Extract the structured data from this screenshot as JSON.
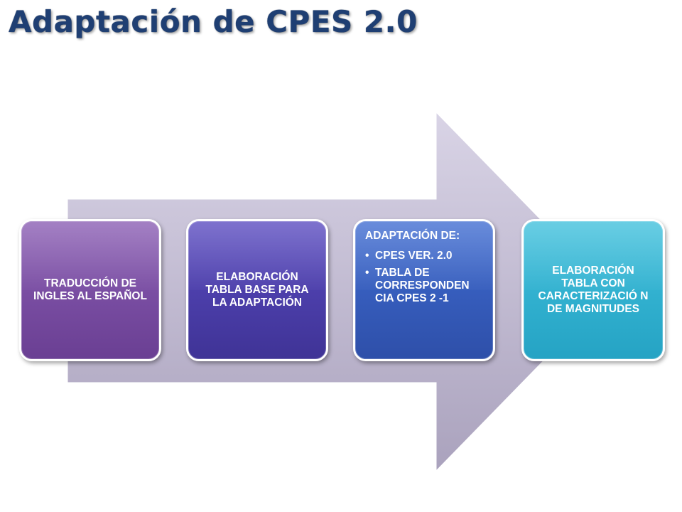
{
  "title": "Adaptación de CPES 2.0",
  "colors": {
    "title": "#1f3f73",
    "arrow": "#c9c3d9",
    "step1": "#7a4fa6",
    "step2": "#4a3dac",
    "step3": "#345cbf",
    "step4": "#30b2d1"
  },
  "steps": [
    {
      "text": "TRADUCCIÓN DE INGLES AL ESPAÑOL"
    },
    {
      "text": "ELABORACIÓN TABLA BASE PARA LA ADAPTACIÓN"
    },
    {
      "heading": "ADAPTACIÓN DE:",
      "bullets": [
        "CPES VER. 2.0",
        "TABLA DE CORRESPONDEN CIA CPES  2 -1"
      ]
    },
    {
      "text": "ELABORACIÓN TABLA CON CARACTERIZACIÓ N DE MAGNITUDES"
    }
  ]
}
